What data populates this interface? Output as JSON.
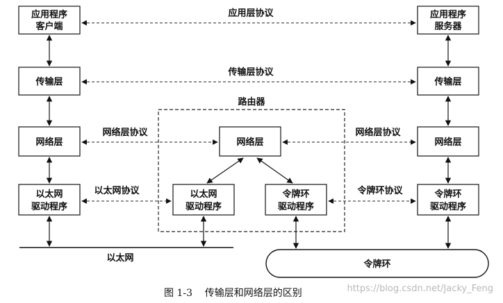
{
  "client": {
    "app_line1": "应用程序",
    "app_line2": "客户端",
    "transport": "传输层",
    "network": "网络层",
    "driver_line1": "以太网",
    "driver_line2": "驱动程序"
  },
  "server": {
    "app_line1": "应用程序",
    "app_line2": "服务器",
    "transport": "传输层",
    "network": "网络层",
    "driver_line1": "令牌环",
    "driver_line2": "驱动程序"
  },
  "router": {
    "title": "路由器",
    "network": "网络层",
    "eth_driver_line1": "以太网",
    "eth_driver_line2": "驱动程序",
    "tr_driver_line1": "令牌环",
    "tr_driver_line2": "驱动程序"
  },
  "protocols": {
    "application": "应用层协议",
    "transport": "传输层协议",
    "network_left": "网络层协议",
    "network_right": "网络层协议",
    "ethernet": "以太网协议",
    "token_ring": "令牌环协议"
  },
  "media": {
    "ethernet": "以太网",
    "token_ring": "令牌环"
  },
  "caption": "图 1-3    传输层和网络层的区别",
  "watermark": "https://blog.csdn.net/Jacky_Feng"
}
